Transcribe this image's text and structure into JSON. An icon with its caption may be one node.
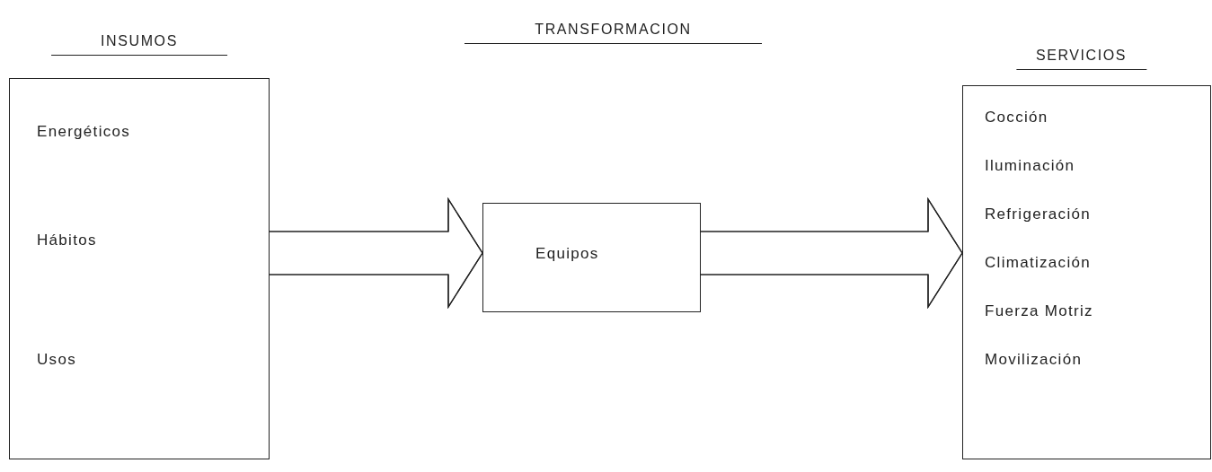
{
  "diagram": {
    "nodes": [
      {
        "text": [
          "INSUMOS",
          "Energéticos",
          "Hábitos",
          "Usos"
        ]
      },
      {
        "text": [
          "Equipos"
        ]
      },
      {
        "text": [
          "SERVICIOS",
          "Cocción",
          "Iluminación",
          "Refrigeración",
          "Climatización",
          "Fuerza Motriz",
          "Movilización"
        ]
      }
    ],
    "edges": [
      {
        "from": 0,
        "to": 1,
        "arrow": "to"
      },
      {
        "from": 1,
        "to": 2,
        "arrow": "to"
      }
    ],
    "labels": [
      "TRANSFORMACION"
    ]
  }
}
